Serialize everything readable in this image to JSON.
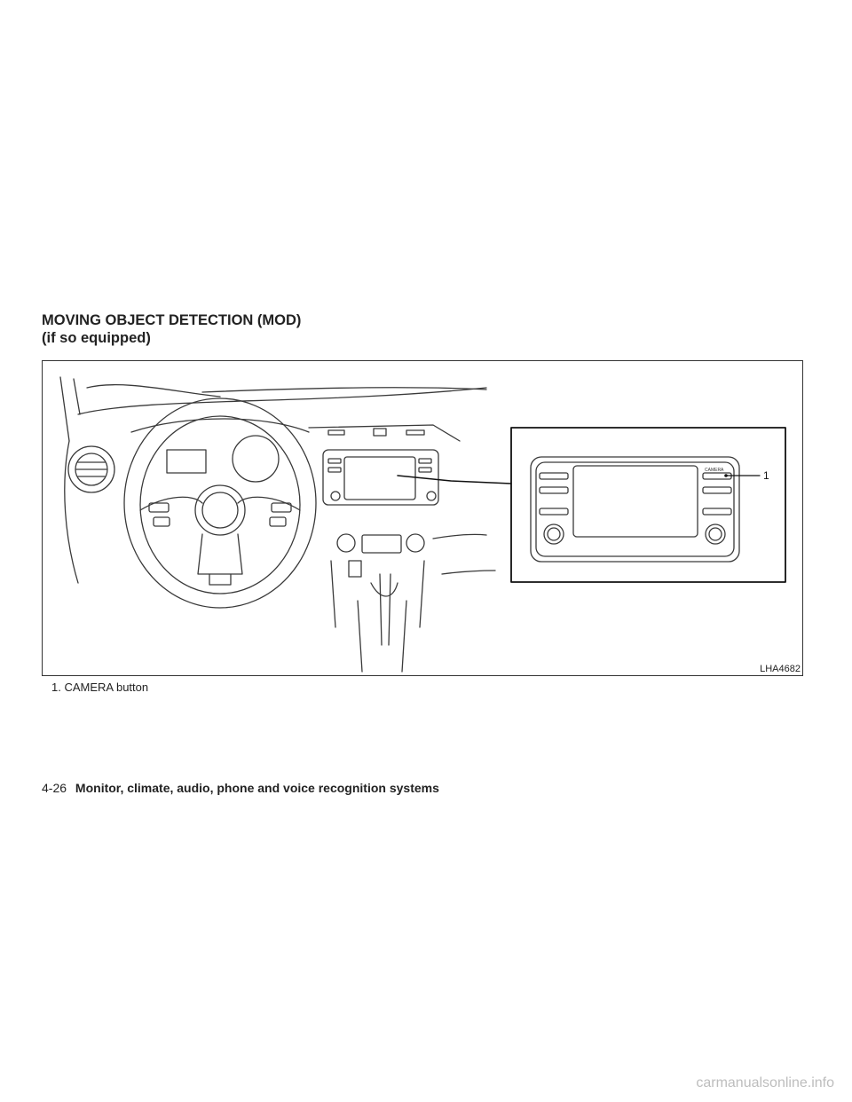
{
  "heading": {
    "line1": "MOVING OBJECT DETECTION (MOD)",
    "line2": "(if so equipped)"
  },
  "figure": {
    "id": "LHA4682",
    "callout_number": "1",
    "button_text": "CAMERA"
  },
  "caption": "1.  CAMERA button",
  "footer": {
    "page_number": "4-26",
    "section_title": "Monitor, climate, audio, phone and voice recognition systems"
  },
  "watermark": "carmanualsonline.info"
}
